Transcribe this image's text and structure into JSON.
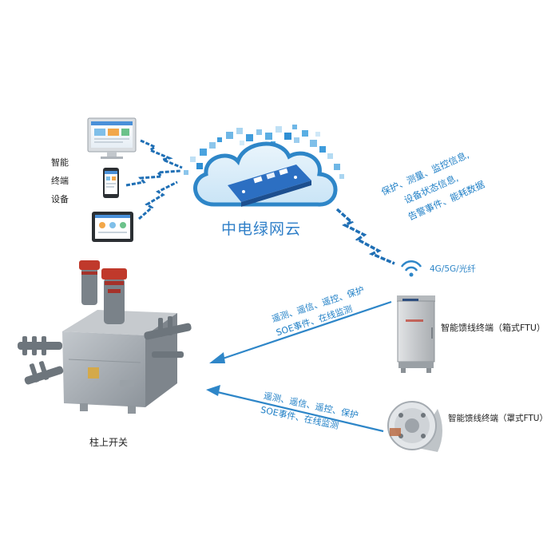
{
  "devices_label": [
    "智能",
    "终端",
    "设备"
  ],
  "cloud_label": "中电绿网云",
  "info_lines": [
    "保护、测量、监控信息,",
    "设备状态信息,",
    "告警事件、能耗数据"
  ],
  "network_label": "4G/5G/光纤",
  "box_ftu_label": "智能馈线终端（箱式FTU）",
  "round_ftu_label": "智能馈线终端（罩式FTU）",
  "switch_label": "柱上开关",
  "arrow_upper": [
    "遥测、遥信、遥控、保护",
    "SOE事件、在线监测"
  ],
  "arrow_lower": [
    "遥测、遥信、遥控、保护",
    "SOE事件、在线监测"
  ],
  "colors": {
    "accent_blue": "#2e86c8",
    "cloud_light": "#b9dcf3",
    "pixel_blue": "#4aa3df",
    "cabinet_gray": "#c9cccf",
    "switch_gray": "#a8adb3",
    "insulator_red": "#c0392b"
  }
}
